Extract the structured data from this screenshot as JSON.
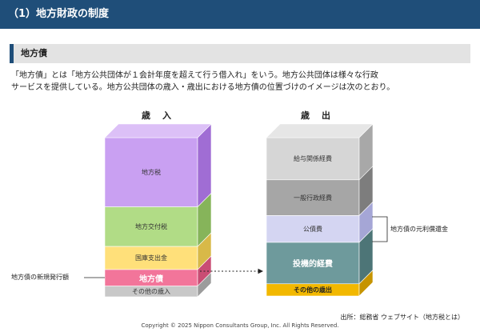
{
  "page": {
    "title": "（1）地方財政の制度",
    "section": "地方債",
    "intro_lines": [
      "「地方債」とは「地方公共団体が１会計年度を超えて行う借入れ」をいう。地方公共団体は様々な行政",
      "サービスを提供している。地方公共団体の歳入・歳出における地方債の位置づけのイメージは次のとおり。"
    ],
    "source": "出所：総務省 ウェブサイト（地方税とは）",
    "footer": "Copyright © 2025 Nippon Consultants Group, Inc. All Rights Reserved."
  },
  "revenue": {
    "heading": "歳　入",
    "segments": [
      {
        "label": "地方税",
        "share": 84,
        "front": "#c9a0f2",
        "side": "#a06dd4",
        "top": "#dcc0f7",
        "style": "normal"
      },
      {
        "label": "地方交付税",
        "share": 48,
        "front": "#b1dc86",
        "side": "#86b45a",
        "top": "#c9e8a8",
        "style": "normal"
      },
      {
        "label": "国庫支出金",
        "share": 28,
        "front": "#ffe07a",
        "side": "#d8b948",
        "top": "#fff0b0",
        "style": "normal"
      },
      {
        "label": "地方債",
        "share": 20,
        "front": "#f2759a",
        "side": "#c94d74",
        "top": "#f8a8c0",
        "style": "strong"
      },
      {
        "label": "その他の歳入",
        "share": 13,
        "front": "#c8c8c8",
        "side": "#9c9c9c",
        "top": "#dedede",
        "style": "normal"
      }
    ]
  },
  "expenditure": {
    "heading": "歳　出",
    "segments": [
      {
        "label": "給与関係経費",
        "share": 52,
        "front": "#d6d6d6",
        "side": "#a8a8a8",
        "top": "#e6e6e6",
        "style": "normal"
      },
      {
        "label": "一般行政経費",
        "share": 44,
        "front": "#a6a6a6",
        "side": "#7d7d7d",
        "top": "#bdbdbd",
        "style": "normal"
      },
      {
        "label": "公債費",
        "share": 33,
        "front": "#d4d5f2",
        "side": "#a5a6d6",
        "top": "#e4e5f8",
        "style": "normal"
      },
      {
        "label": "投機的経費",
        "share": 51,
        "front": "#6e9a9c",
        "side": "#4d7577",
        "top": "#8fb3b5",
        "style": "strong"
      },
      {
        "label": "その他の歳出",
        "share": 15,
        "front": "#f2b800",
        "side": "#c69400",
        "top": "#f7cf4d",
        "style": "bold"
      }
    ]
  },
  "callouts": {
    "issuance": "地方債の新規発行額",
    "repayment": "地方債の元利償還金"
  }
}
